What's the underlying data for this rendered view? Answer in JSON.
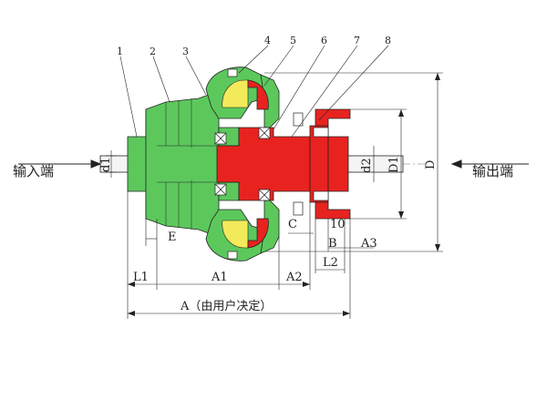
{
  "colors": {
    "housing": "#5cc85c",
    "output_part": "#e8231f",
    "fluid": "#f2ea5a",
    "line": "#222222",
    "background": "#ffffff"
  },
  "side_labels": {
    "input": "输入端",
    "output": "输出端"
  },
  "part_numbers": [
    "1",
    "2",
    "3",
    "4",
    "5",
    "6",
    "7",
    "8"
  ],
  "dimensions": {
    "d1": "d1",
    "d2": "d2",
    "D1": "D1",
    "D": "D",
    "E": "E",
    "C": "C",
    "B": "B",
    "ten": "10",
    "A3": "A3",
    "L1": "L1",
    "A1": "A1",
    "A2": "A2",
    "L2": "L2",
    "A": "A（由用户决定）"
  }
}
